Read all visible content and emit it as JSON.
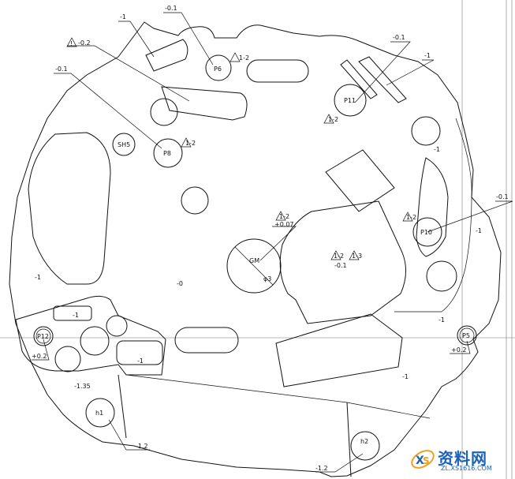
{
  "labels": {
    "p6": "P6",
    "p8": "P8",
    "p11": "P11",
    "p10": "P10",
    "p12": "P12",
    "p5": "P5",
    "h1": "h1",
    "h2": "h2",
    "sh5": "SH5",
    "gm": "GM",
    "phi": "φ3"
  },
  "tolerances": {
    "t_top_m1": "-1",
    "t_p6_m01": "-0.1",
    "t_warn_m02": "-0.2",
    "t_left_m01": "-0.1",
    "t_right_top_m01": "-0.1",
    "t_right_m1": "-1",
    "t_mid_right_m1": "-1",
    "t_p10_m01": "-0.1",
    "t_right_edge_m1": "-1",
    "t_gm_plus007": "+0.07",
    "t_center_m01": "-0.1",
    "t_left_edge_m1": "-1",
    "t_zero": "-0",
    "t_lower_right_m1": "-1",
    "t_left_pocket_m1": "-1",
    "t_p12_plus02": "+0.2",
    "t_p5_plus02": "+0.2",
    "t_bottom_mid_m1": "-1",
    "t_bottom_right_m1": "-1",
    "t_m135": "-1.35",
    "t_h1_m12": "-1.2",
    "t_h2_m12": "-1.2"
  },
  "datum_refs": {
    "d_p6": "1-2",
    "d_p8": "1-2",
    "d_p11": "1-2",
    "d_p10": "1-2",
    "d_gm": "1-2",
    "d_center_a": "1-2",
    "d_center_b": "1-3"
  },
  "warning_symbol": "!",
  "watermark": {
    "main": "资料网",
    "url": "ZL.XS1616.COM"
  },
  "colors": {
    "line": "#111111",
    "watermark_blue": "#1a63b8",
    "watermark_orange": "#f0a020"
  }
}
